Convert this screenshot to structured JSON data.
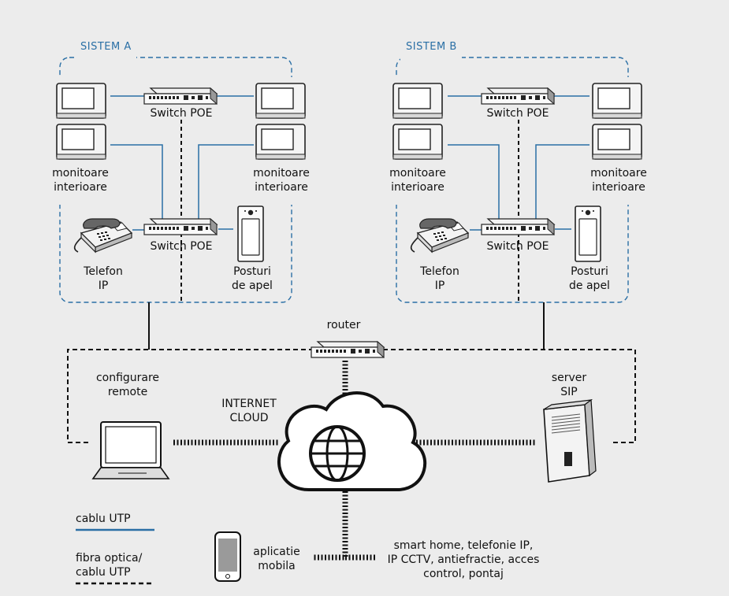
{
  "system_a": {
    "title": "SISTEM A",
    "switch_top": "Switch POE",
    "switch_bottom": "Switch POE",
    "monitors_left": [
      "monitoare",
      "interioare"
    ],
    "monitors_right": [
      "monitoare",
      "interioare"
    ],
    "phone": [
      "Telefon",
      "IP"
    ],
    "door": [
      "Posturi",
      "de apel"
    ]
  },
  "system_b": {
    "title": "SISTEM B",
    "switch_top": "Switch POE",
    "switch_bottom": "Switch POE",
    "monitors_left": [
      "monitoare",
      "interioare"
    ],
    "monitors_right": [
      "monitoare",
      "interioare"
    ],
    "phone": [
      "Telefon",
      "IP"
    ],
    "door": [
      "Posturi",
      "de apel"
    ]
  },
  "router": "router",
  "remote": [
    "configurare",
    "remote"
  ],
  "internet": [
    "INTERNET",
    "CLOUD"
  ],
  "server": [
    "server",
    "SIP"
  ],
  "mobile": [
    "aplicatie",
    "mobila"
  ],
  "services": [
    "smart home, telefonie IP,",
    "IP CCTV, antiefractie, acces",
    "control, pontaj"
  ],
  "legend": {
    "utp": "cablu UTP",
    "fiber": [
      "fibra optica/",
      "cablu UTP"
    ]
  },
  "colors": {
    "utp_line": "#2a6fa5",
    "dashed_line": "#111111",
    "system_border": "#2a6fa5",
    "background": "#ececec"
  }
}
